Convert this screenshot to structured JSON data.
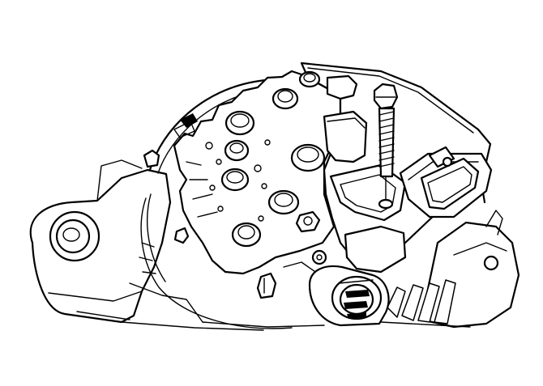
{
  "illustration": {
    "palette": {
      "ink": "#000000",
      "paper": "#ffffff"
    },
    "components": [
      {
        "name": "alternator-housing"
      },
      {
        "name": "rectifier-plate"
      },
      {
        "name": "regulator-bracket"
      },
      {
        "name": "terminal-bolt"
      },
      {
        "name": "electrical-connector"
      },
      {
        "name": "mounting-ear"
      },
      {
        "name": "pulley-shaft"
      },
      {
        "name": "cooling-fins"
      }
    ]
  }
}
